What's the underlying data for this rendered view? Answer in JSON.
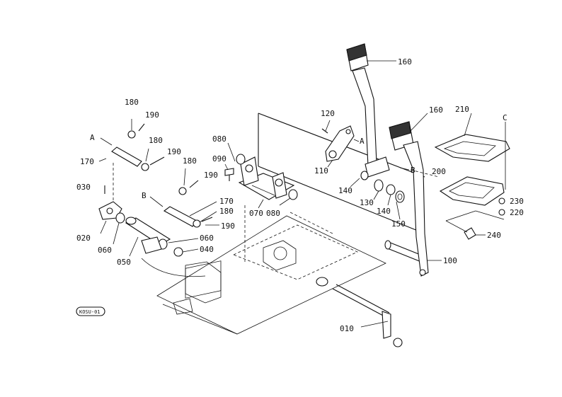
{
  "parts": {
    "p010": "010",
    "p020": "020",
    "p030": "030",
    "p040": "040",
    "p050": "050",
    "p060a": "060",
    "p060b": "060",
    "p070": "070",
    "p080a": "080",
    "p080b": "080",
    "p090": "090",
    "p100": "100",
    "p110": "110",
    "p120": "120",
    "p130": "130",
    "p140a": "140",
    "p140b": "140",
    "p150": "150",
    "p160a": "160",
    "p160b": "160",
    "p170a": "170",
    "p170b": "170",
    "p180a": "180",
    "p180b": "180",
    "p180c": "180",
    "p180d": "180",
    "p190a": "190",
    "p190b": "190",
    "p190c": "190",
    "p190d": "190",
    "p200": "200",
    "p210": "210",
    "p220": "220",
    "p230": "230",
    "p240": "240"
  },
  "refs": {
    "a1": "A",
    "a2": "A",
    "b1": "B",
    "b2": "B",
    "c1": "C"
  },
  "stamp": "KOSU-01"
}
